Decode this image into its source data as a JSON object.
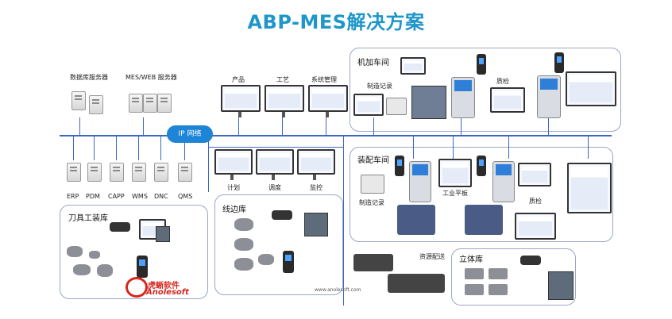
{
  "title": "ABP-MES解决方案",
  "network": {
    "label": "IP 网络"
  },
  "top_left": {
    "db_servers": "数据库服务器",
    "web_servers": "MES/WEB 服务器"
  },
  "systems": [
    "ERP",
    "PDM",
    "CAPP",
    "WMS",
    "DNC",
    "QMS"
  ],
  "top_monitors": [
    "产品",
    "工艺",
    "系统管理"
  ],
  "mid_monitors": [
    "计划",
    "调度",
    "监控"
  ],
  "machining": {
    "title": "机加车间",
    "record": "制造记录",
    "quality": "质检"
  },
  "assembly": {
    "title": "装配车间",
    "tablet": "工业平板",
    "record": "制造记录",
    "quality": "质检"
  },
  "tooling": {
    "title": "刀具工装库"
  },
  "line": {
    "title": "线边库"
  },
  "delivery": {
    "label": "资源配送"
  },
  "warehouse": {
    "title": "立体库"
  },
  "logo": {
    "cn": "虎蜥软件",
    "en": "Anolesoft"
  },
  "website": "www.anolesoft.com",
  "colors": {
    "title": "#1f96c9",
    "bus": "#3b66c4",
    "panel_border": "#9aa6c8"
  }
}
